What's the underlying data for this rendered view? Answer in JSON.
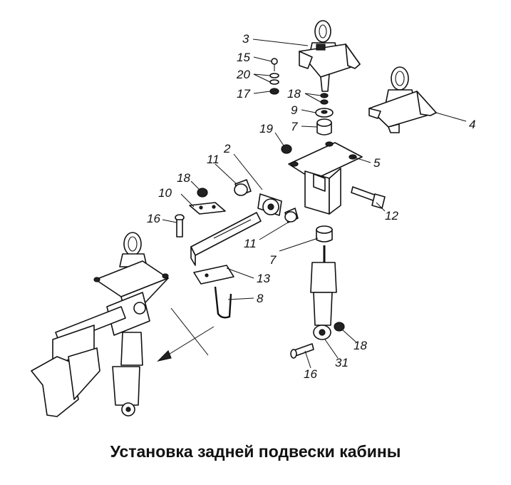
{
  "caption": "Установка задней подвески кабины",
  "callouts": [
    {
      "id": "c3",
      "label": "3"
    },
    {
      "id": "c15",
      "label": "15"
    },
    {
      "id": "c20",
      "label": "20"
    },
    {
      "id": "c17",
      "label": "17"
    },
    {
      "id": "c18a",
      "label": "18"
    },
    {
      "id": "c9",
      "label": "9"
    },
    {
      "id": "c7a",
      "label": "7"
    },
    {
      "id": "c4",
      "label": "4"
    },
    {
      "id": "c19",
      "label": "19"
    },
    {
      "id": "c2",
      "label": "2"
    },
    {
      "id": "c11a",
      "label": "11"
    },
    {
      "id": "c5",
      "label": "5"
    },
    {
      "id": "c18b",
      "label": "18"
    },
    {
      "id": "c10",
      "label": "10"
    },
    {
      "id": "c12",
      "label": "12"
    },
    {
      "id": "c16a",
      "label": "16"
    },
    {
      "id": "c11b",
      "label": "11"
    },
    {
      "id": "c7b",
      "label": "7"
    },
    {
      "id": "c13",
      "label": "13"
    },
    {
      "id": "c8",
      "label": "8"
    },
    {
      "id": "c18c",
      "label": "18"
    },
    {
      "id": "c31",
      "label": "31"
    },
    {
      "id": "c16b",
      "label": "16"
    }
  ]
}
